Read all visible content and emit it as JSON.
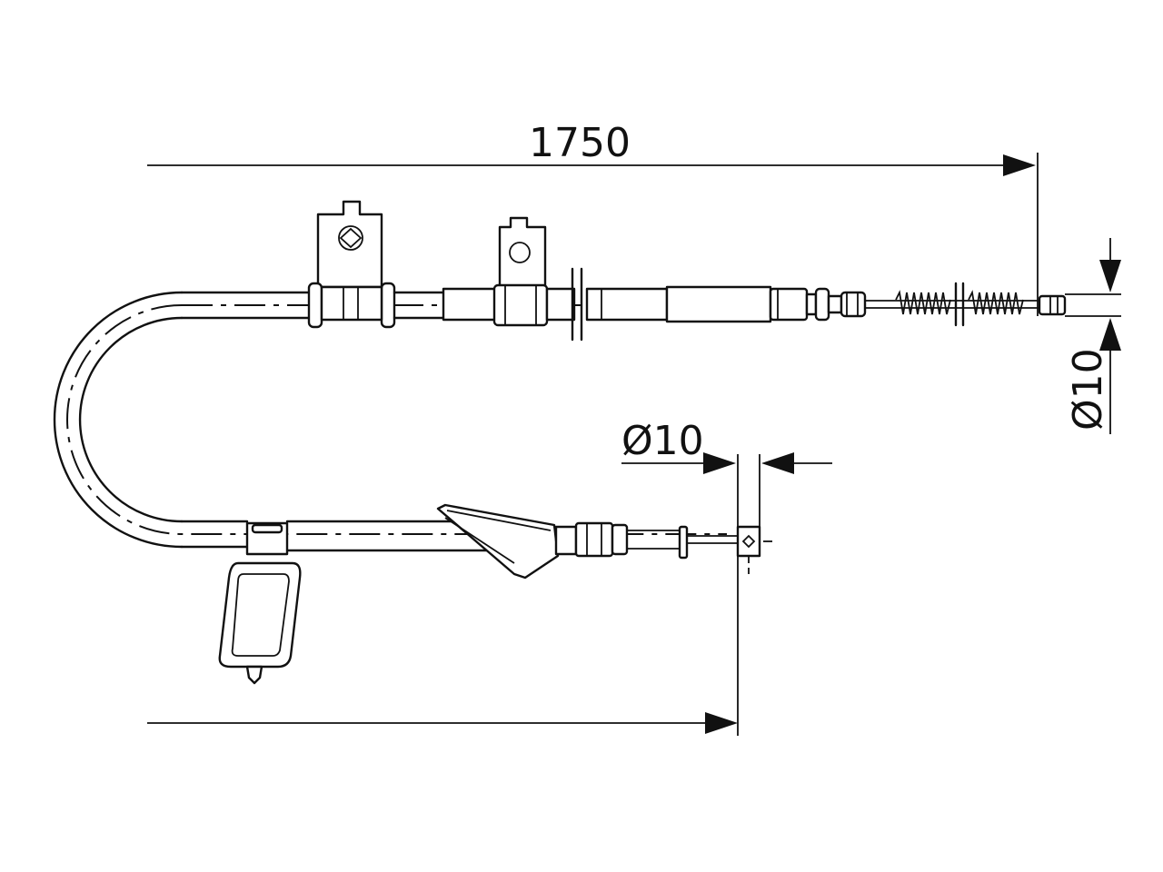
{
  "dimensions": {
    "length_label": "1750",
    "diameter_right_label": "Ø10",
    "diameter_bottom_label": "Ø10"
  },
  "colors": {
    "line": "#111111",
    "background": "#ffffff"
  }
}
